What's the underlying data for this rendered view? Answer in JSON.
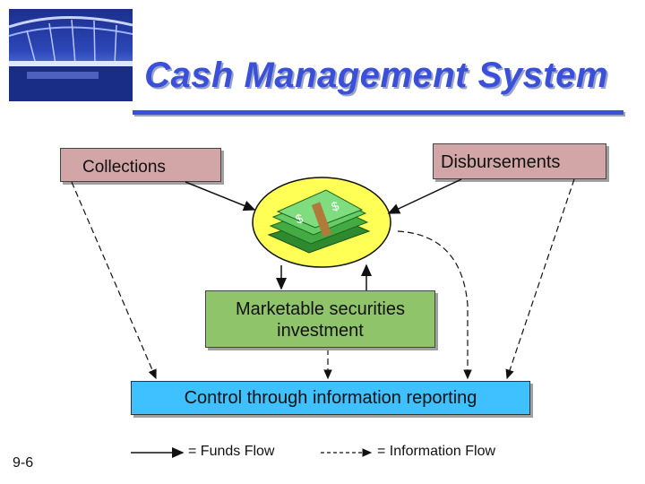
{
  "title": "Cash Management System",
  "boxes": {
    "collections": "Collections",
    "disbursements": "Disbursements",
    "securities_line1": "Marketable securities",
    "securities_line2": "investment",
    "control": "Control through information reporting"
  },
  "legend": {
    "funds": "= Funds Flow",
    "info": "= Information Flow"
  },
  "page_number": "9-6",
  "colors": {
    "title": "#3a50d8",
    "source_boxes": "#d2a6a6",
    "securities_box": "#8fc46a",
    "control_box": "#3fc0ff",
    "cash_circle": "#ffff55"
  }
}
